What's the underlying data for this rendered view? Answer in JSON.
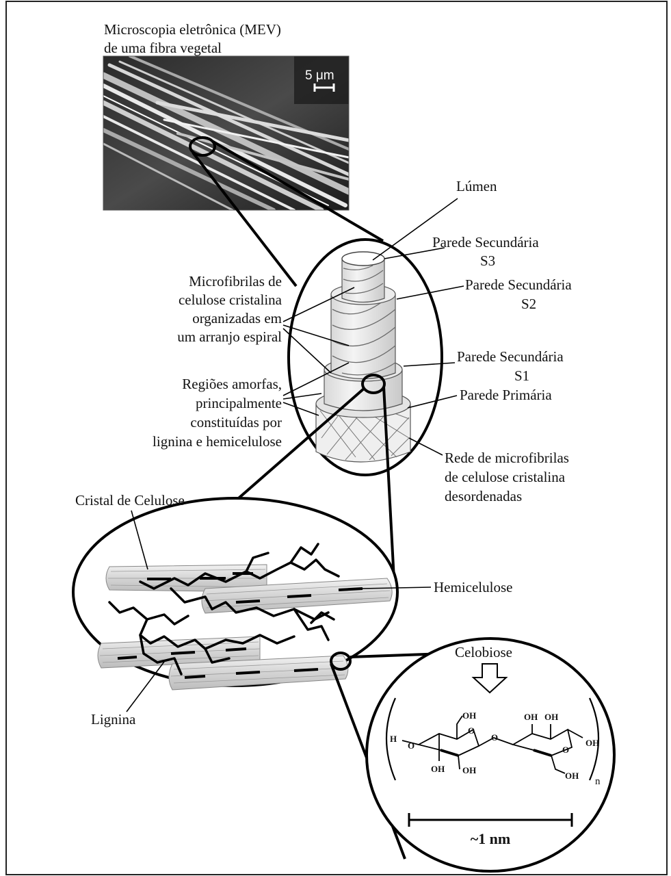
{
  "sem": {
    "title_line1": "Microscopia eletrônica (MEV)",
    "title_line2": "de uma fibra vegetal",
    "scale_label": "5 μm"
  },
  "fiber": {
    "lumen": "Lúmen",
    "s3_line1": "Parede Secundária",
    "s3_line2": "S3",
    "s2_line1": "Parede Secundária",
    "s2_line2": "S2",
    "s1_line1": "Parede Secundária",
    "s1_line2": "S1",
    "primary": "Parede Primária",
    "micro_line1": "Microfibrilas de",
    "micro_line2": "celulose cristalina",
    "micro_line3": "organizadas em",
    "micro_line4": "um arranjo espiral",
    "amorph_line1": "Regiões amorfas,",
    "amorph_line2": "principalmente",
    "amorph_line3": "constituídas por",
    "amorph_line4": "lignina e hemicelulose",
    "network_line1": "Rede de microfibrilas",
    "network_line2": "de celulose cristalina",
    "network_line3": "desordenadas"
  },
  "matrix": {
    "crystal": "Cristal de Celulose",
    "hemicellulose": "Hemicelulose",
    "lignin": "Lignina"
  },
  "molecule": {
    "cellobiose": "Celobiose",
    "subscript_n": "n",
    "length": "~1 nm",
    "atoms": {
      "h": "H",
      "o": "O",
      "oh": "OH"
    }
  }
}
